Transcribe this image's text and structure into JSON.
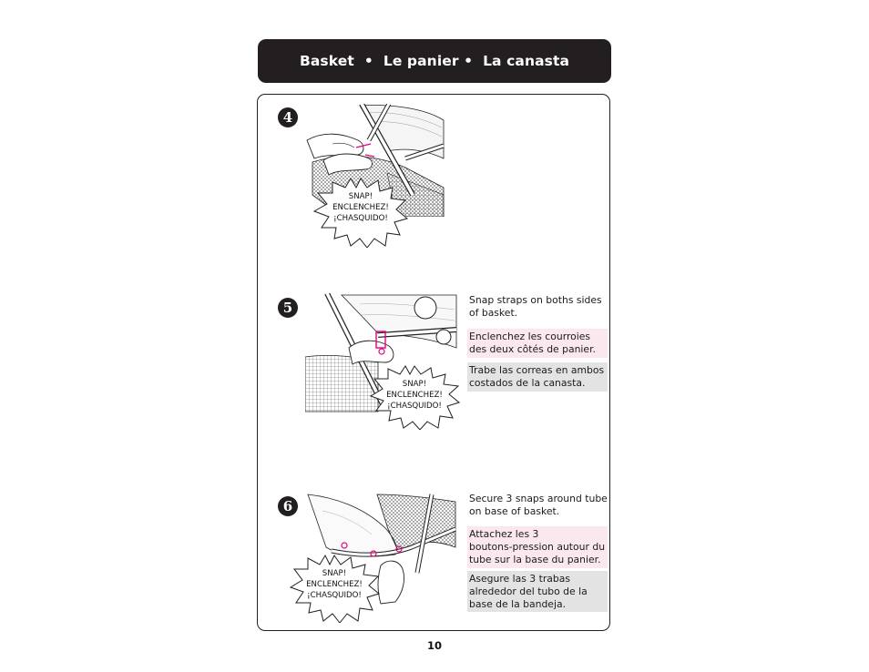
{
  "header": {
    "title": "Basket  •  Le panier •  La canasta"
  },
  "steps": [
    {
      "number": "4",
      "snap": [
        "SNAP!",
        "ENCLENCHEZ!",
        "¡CHASQUIDO!"
      ]
    },
    {
      "number": "5",
      "snap": [
        "SNAP!",
        "ENCLENCHEZ!",
        "¡CHASQUIDO!"
      ],
      "en": [
        "Snap straps on boths sides",
        "of basket."
      ],
      "fr": [
        "Enclenchez les courroies",
        "des deux côtés de panier."
      ],
      "es": [
        "Trabe las correas en ambos",
        "costados de la canasta."
      ]
    },
    {
      "number": "6",
      "snap": [
        "SNAP!",
        "ENCLENCHEZ!",
        "¡CHASQUIDO!"
      ],
      "en": [
        "Secure 3 snaps around tube",
        "on base of basket."
      ],
      "fr": [
        "Attachez les 3",
        "boutons-pression autour du",
        "tube sur la base du panier."
      ],
      "es": [
        "Asegure las 3 trabas",
        "alrededor del tubo de la",
        "base de la bandeja."
      ]
    }
  ],
  "page_number": "10",
  "colors": {
    "header_bg": "#231f20",
    "french_bg": "#fbe8ee",
    "spanish_bg": "#e3e3e4",
    "accent_pink": "#e5007e"
  }
}
